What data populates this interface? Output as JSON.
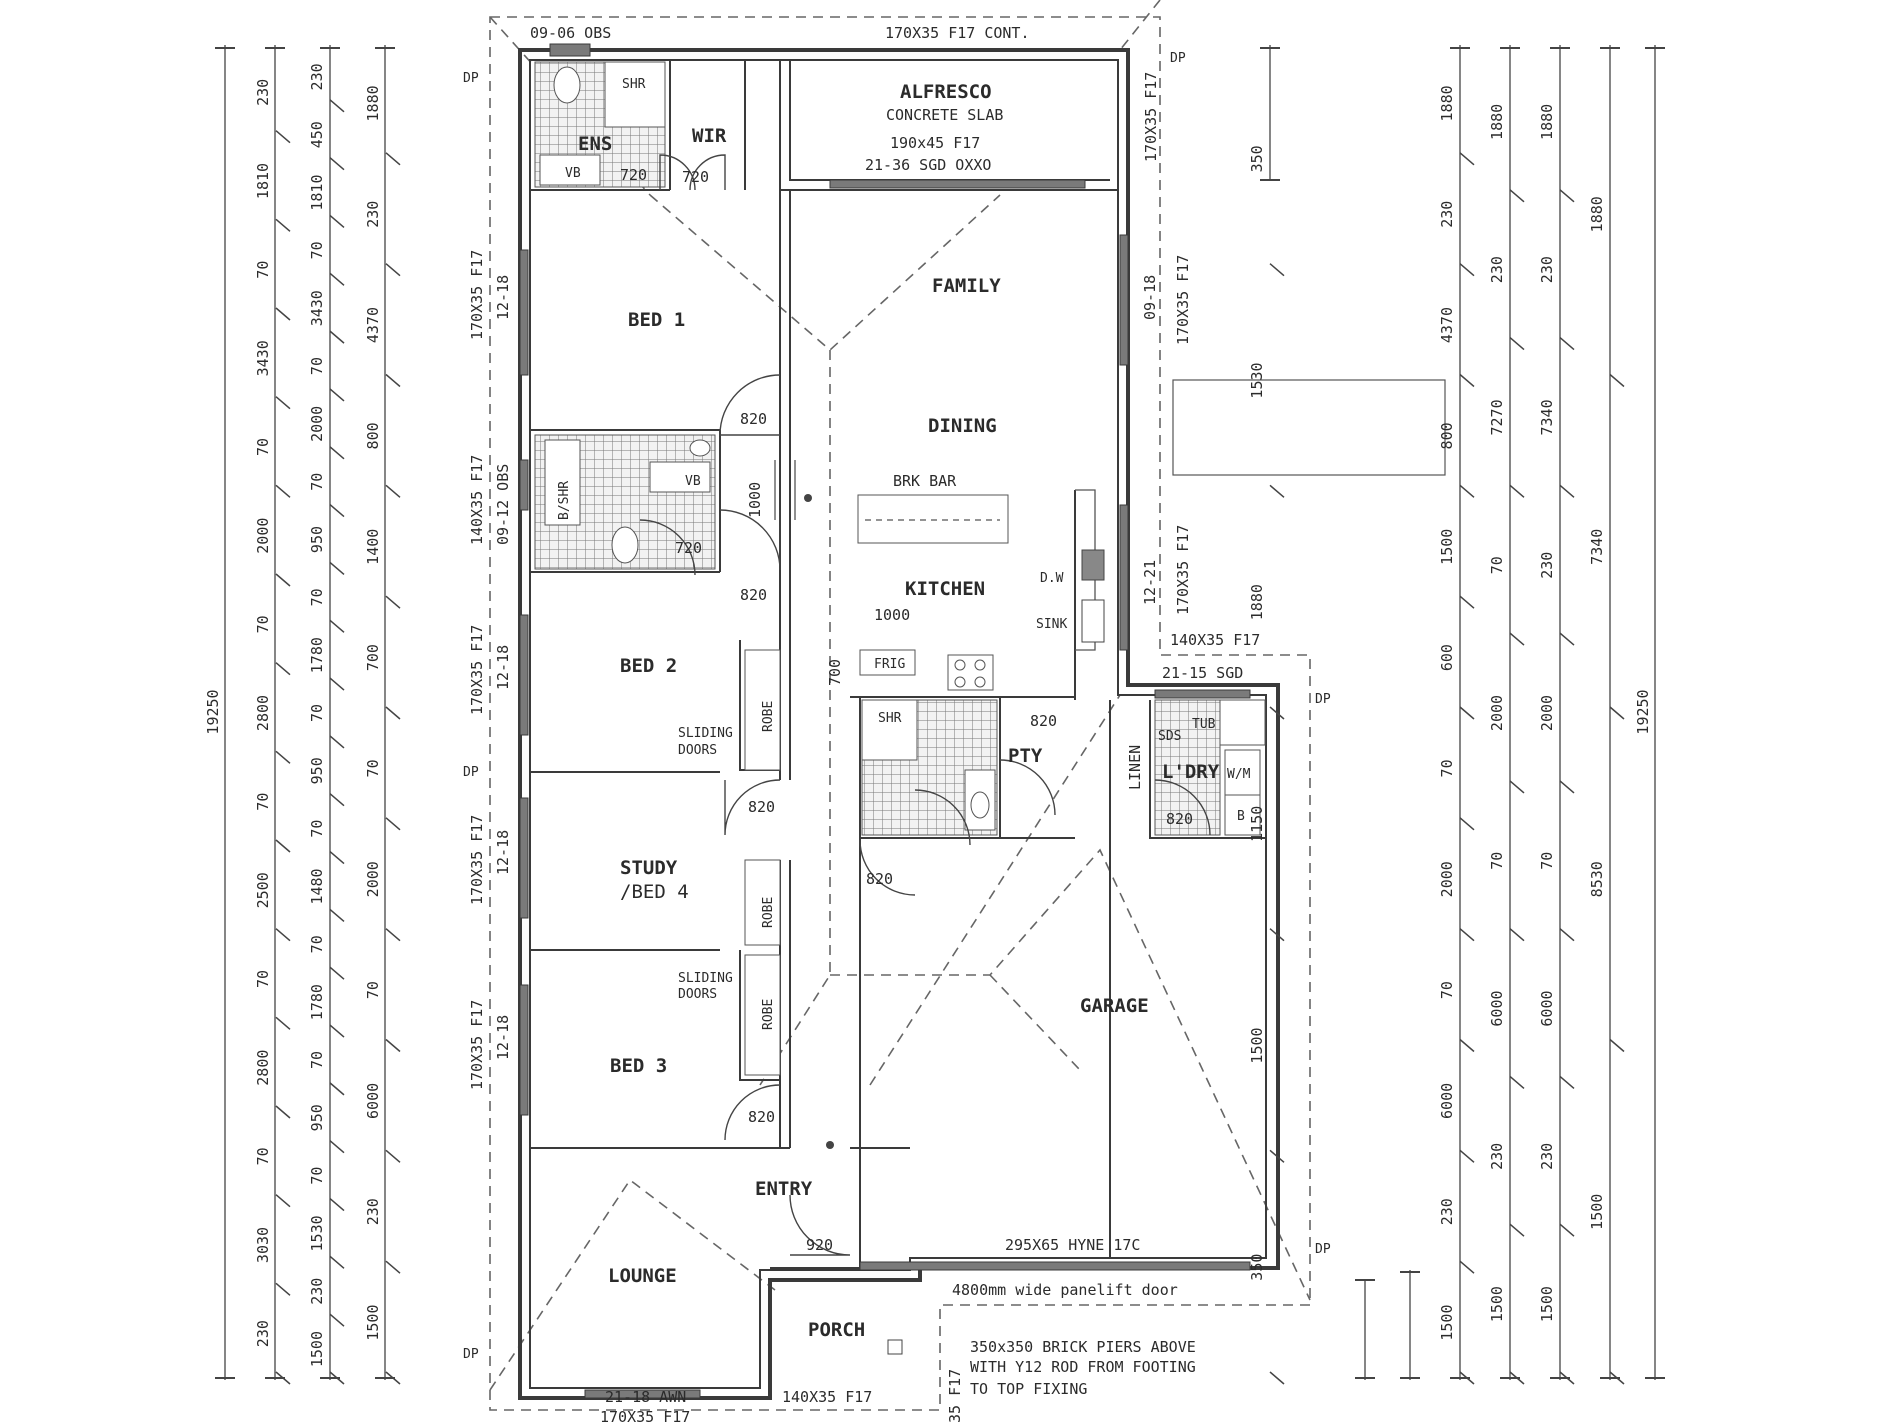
{
  "rooms": {
    "alfresco": "ALFRESCO",
    "ens": "ENS",
    "wir": "WIR",
    "family": "FAMILY",
    "dining": "DINING",
    "kitchen": "KITCHEN",
    "bed1": "BED 1",
    "bed2": "BED 2",
    "study": "STUDY",
    "study_sub": "/BED 4",
    "bed3": "BED 3",
    "entry": "ENTRY",
    "lounge": "LOUNGE",
    "porch": "PORCH",
    "garage": "GARAGE",
    "pty": "PTY",
    "ldry": "L'DRY",
    "linen": "LINEN"
  },
  "fixtures": {
    "shr": "SHR",
    "shr2": "SHR",
    "vb": "VB",
    "vb2": "VB",
    "bshr": "B/SHR",
    "robe1": "ROBE",
    "robe2": "ROBE",
    "robe3": "ROBE",
    "sliding_doors": "SLIDING",
    "sliding_doors2": "DOORS",
    "sliding_doors3": "SLIDING",
    "sliding_doors4": "DOORS",
    "frig": "FRIG",
    "dw": "D.W",
    "sink": "SINK",
    "brk_bar": "BRK BAR",
    "tub": "TUB",
    "sds": "SDS",
    "wm": "W/M",
    "b": "B"
  },
  "notes": {
    "top_obs": "09-06 OBS",
    "top_beam": "170X35 F17 CONT.",
    "alfresco_slab": "CONCRETE SLAB",
    "alfresco_beam": "190x45 F17",
    "alfresco_door": "21-36 SGD OXXO",
    "left_bed1_a": "170X35 F17",
    "left_bed1_b": "12-18",
    "left_bath_a": "140X35 F17",
    "left_bath_b": "09-12 OBS",
    "left_bed2_a": "170X35 F17",
    "left_bed2_b": "12-18",
    "left_study_a": "170X35 F17",
    "left_study_b": "12-18",
    "left_bed3_a": "170X35 F17",
    "left_bed3_b": "12-18",
    "right_family_a": "09-18",
    "right_family_b": "170X35 F17",
    "right_upper_b": "170X35 F17",
    "right_kitchen_a": "12-21",
    "right_kitchen_b": "170X35 F17",
    "ldry_beam": "140X35 F17",
    "ldry_door": "21-15 SGD",
    "garage_beam": "295X65 HYNE 17C",
    "garage_door": "4800mm wide panelift door",
    "piers_1": "350x350 BRICK PIERS ABOVE",
    "piers_2": "WITH Y12 ROD FROM FOOTING",
    "piers_3": "TO TOP FIXING",
    "bottom_awn": "21-18 AWN",
    "bottom_beam": "140X35 F17",
    "bottom_beam2": "170X35 F17",
    "porch_beam": "35 F17",
    "dp1": "DP",
    "dp2": "DP",
    "dp3": "DP",
    "dp4": "DP",
    "dp5": "DP",
    "dp6": "DP"
  },
  "doors": {
    "ens": "720",
    "wir": "720",
    "bed1": "820",
    "bath": "720",
    "bed2": "820",
    "study": "820",
    "garage_int": "820",
    "bed3": "820",
    "entry": "920",
    "pty": "820",
    "ldry": "820",
    "hall": "1000",
    "kitchen_w": "1000",
    "kitchen_h": "700"
  },
  "dims": {
    "c1": [
      "230",
      "1810",
      "70",
      "3430",
      "70",
      "2000",
      "70",
      "2800",
      "70",
      "2500",
      "70",
      "2800",
      "70",
      "3030",
      "230"
    ],
    "c1_total": "19250",
    "c2": [
      "230",
      "450",
      "1810",
      "70",
      "3430",
      "70",
      "2000",
      "70",
      "950",
      "70",
      "1780",
      "70",
      "950",
      "70",
      "1480",
      "70",
      "1780",
      "70",
      "950",
      "70",
      "1530",
      "230",
      "1500"
    ],
    "c3": [
      "1880",
      "230",
      "4370",
      "800",
      "1400",
      "700",
      "70",
      "2000",
      "70",
      "6000",
      "230",
      "1500"
    ],
    "r_small": [
      "350",
      "1530",
      "1880",
      "1150",
      "1500",
      "350"
    ],
    "r1": [
      "1880",
      "230",
      "4370",
      "800",
      "1500",
      "600",
      "70",
      "2000",
      "70",
      "6000",
      "230",
      "1500"
    ],
    "r2": [
      "1880",
      "230",
      "7270",
      "70",
      "2000",
      "70",
      "6000",
      "230",
      "1500"
    ],
    "r3": [
      "1880",
      "230",
      "7340",
      "230",
      "2000",
      "70",
      "6000",
      "230",
      "1500"
    ],
    "r4": [
      "1880",
      "7340",
      "8530",
      "1500"
    ],
    "r4_total": "19250"
  }
}
